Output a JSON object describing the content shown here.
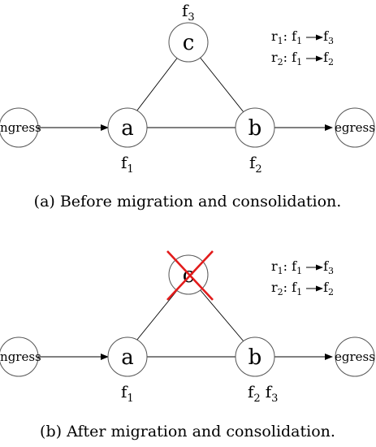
{
  "panels": [
    {
      "caption": "(a) Before migration and consolidation.",
      "nodes": {
        "ingress": "ingress",
        "a": "a",
        "b": "b",
        "c": "c",
        "egress": "egress"
      },
      "annotations": {
        "c_top": {
          "base": "f",
          "sub": "3"
        },
        "a_bottom": {
          "base": "f",
          "sub": "1"
        },
        "b_bottom": [
          {
            "base": "f",
            "sub": "2"
          }
        ]
      },
      "rules": [
        {
          "name": "r",
          "name_sub": "1",
          "from": "f",
          "from_sub": "1",
          "to": "f",
          "to_sub": "3"
        },
        {
          "name": "r",
          "name_sub": "2",
          "from": "f",
          "from_sub": "1",
          "to": "f",
          "to_sub": "2"
        }
      ],
      "c_crossed": false
    },
    {
      "caption": "(b) After migration and consolidation.",
      "nodes": {
        "ingress": "ingress",
        "a": "a",
        "b": "b",
        "c": "c",
        "egress": "egress"
      },
      "annotations": {
        "a_bottom": {
          "base": "f",
          "sub": "1"
        },
        "b_bottom": [
          {
            "base": "f",
            "sub": "2"
          },
          {
            "base": "f",
            "sub": "3"
          }
        ]
      },
      "rules": [
        {
          "name": "r",
          "name_sub": "1",
          "from": "f",
          "from_sub": "1",
          "to": "f",
          "to_sub": "3"
        },
        {
          "name": "r",
          "name_sub": "2",
          "from": "f",
          "from_sub": "1",
          "to": "f",
          "to_sub": "2"
        }
      ],
      "c_crossed": true,
      "cross_color": "#e21b1b"
    }
  ]
}
